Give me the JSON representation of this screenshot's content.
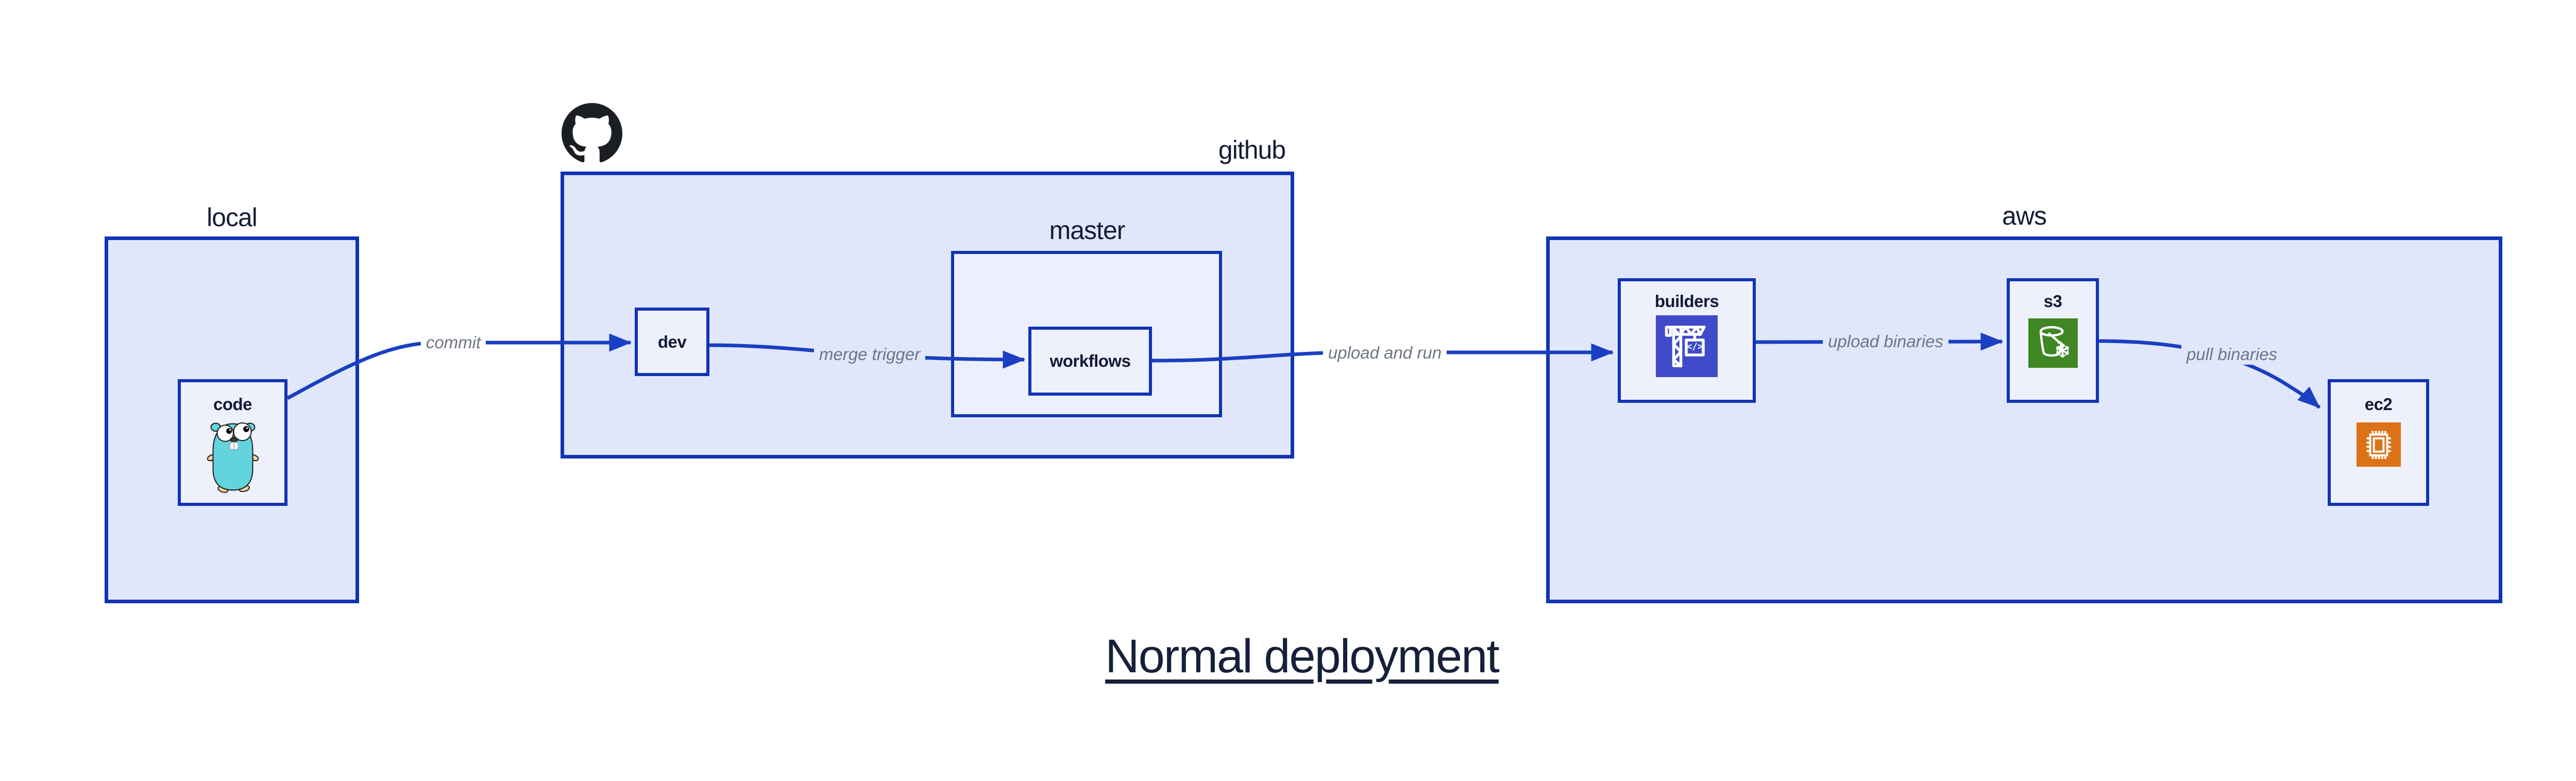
{
  "title": {
    "text": "Normal deployment"
  },
  "colors": {
    "background": "#ffffff",
    "border_blue": "#1134b4",
    "arrow_blue": "#1a3fc2",
    "container_fill": "#e1e7fb",
    "subcontainer_fill": "#ecf0fc",
    "node_fill": "#eef1fc",
    "label_text": "#151d36",
    "edge_label_text": "#6e7582",
    "octocat_black": "#1b1f23",
    "gopher_teal": "#63d4de",
    "builders_icon_bg": "#3f4bc8",
    "s3_icon_bg": "#3f8624",
    "ec2_icon_bg": "#dc7217"
  },
  "containers": {
    "local": {
      "label": "local"
    },
    "github": {
      "label": "github"
    },
    "master": {
      "label": "master"
    },
    "aws": {
      "label": "aws"
    }
  },
  "nodes": {
    "code": {
      "label": "code",
      "icon": "go-gopher-icon"
    },
    "dev": {
      "label": "dev"
    },
    "workflows": {
      "label": "workflows"
    },
    "builders": {
      "label": "builders",
      "icon": "codebuild-crane-icon",
      "icon_glyph": "</>"
    },
    "s3": {
      "label": "s3",
      "icon": "s3-glacier-bucket-icon"
    },
    "ec2": {
      "label": "ec2",
      "icon": "ec2-chip-icon"
    }
  },
  "edges": {
    "commit": {
      "label": "commit"
    },
    "merge_trigger": {
      "label": "merge trigger"
    },
    "upload_and_run": {
      "label": "upload and run"
    },
    "upload_binaries": {
      "label": "upload binaries"
    },
    "pull_binaries": {
      "label": "pull binaries"
    }
  }
}
